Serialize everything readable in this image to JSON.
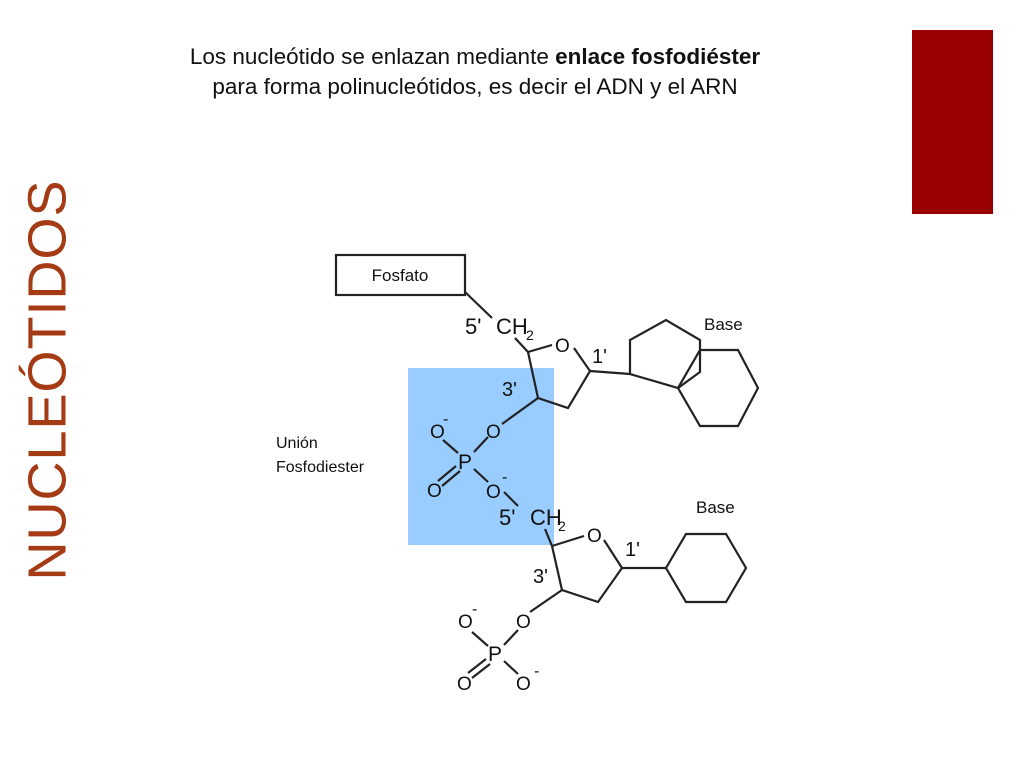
{
  "slide": {
    "side_title": "NUCLEÓTIDOS",
    "heading": {
      "line1_before": "Los nucleótido se enlazan mediante ",
      "line1_bold": "enlace fosfodiéster",
      "line2": "para forma polinucleótidos, es decir el ADN y el ARN"
    },
    "accent_color": "#990000",
    "title_color": "#a43b14",
    "highlight_color": "#99ccff"
  },
  "diagram": {
    "fosfato_label": "Fosfato",
    "union_label_line1": "Unión",
    "union_label_line2": "Fosfodiester",
    "top": {
      "base_label": "Base",
      "five_prime": "5'",
      "ch2": "CH",
      "ch2_sub": "2",
      "ring_o": "O",
      "one_prime": "1'",
      "three_prime": "3'"
    },
    "phosphate_mid": {
      "o_minus_top": "O",
      "o_link_top": "O",
      "p": "P",
      "o_double": "O",
      "o_link_bottom": "O",
      "minus": "-"
    },
    "bottom": {
      "base_label": "Base",
      "five_prime": "5'",
      "ch2": "CH",
      "ch2_sub": "2",
      "ring_o": "O",
      "one_prime": "1'",
      "three_prime": "3'"
    },
    "phosphate_end": {
      "o_minus_top": "O",
      "o_link": "O",
      "p": "P",
      "o_double": "O",
      "o_minus_bottom": "O",
      "minus": "-"
    }
  }
}
